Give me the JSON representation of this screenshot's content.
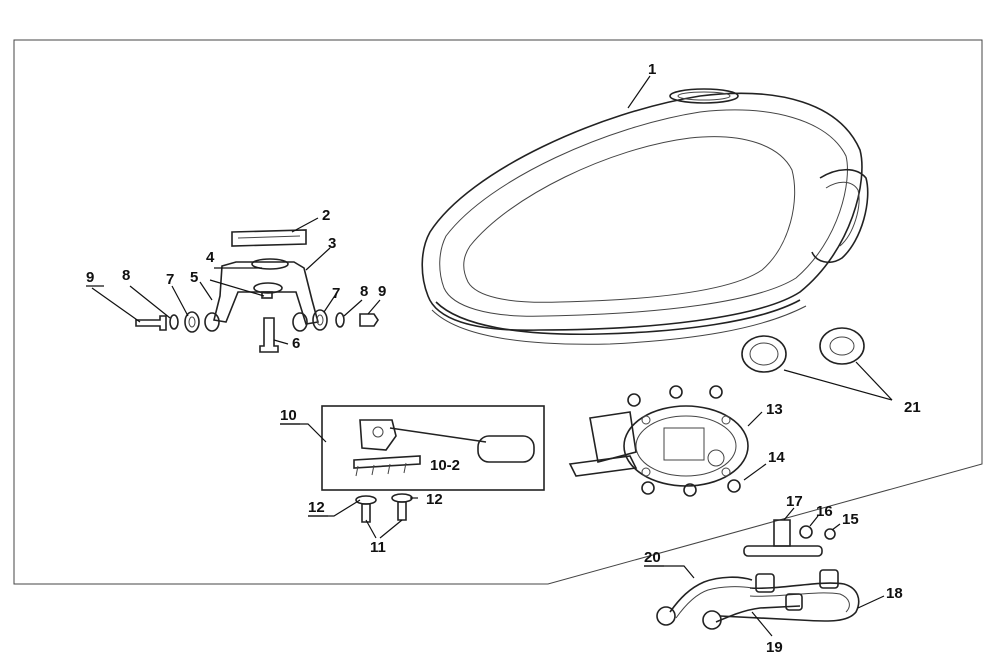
{
  "callouts": [
    {
      "id": "1",
      "text": "1"
    },
    {
      "id": "2",
      "text": "2"
    },
    {
      "id": "3",
      "text": "3"
    },
    {
      "id": "4",
      "text": "4"
    },
    {
      "id": "5",
      "text": "5"
    },
    {
      "id": "6",
      "text": "6"
    },
    {
      "id": "7a",
      "text": "7"
    },
    {
      "id": "7b",
      "text": "7"
    },
    {
      "id": "8a",
      "text": "8"
    },
    {
      "id": "8b",
      "text": "8"
    },
    {
      "id": "9a",
      "text": "9"
    },
    {
      "id": "9b",
      "text": "9"
    },
    {
      "id": "10",
      "text": "10"
    },
    {
      "id": "10-2",
      "text": "10-2"
    },
    {
      "id": "11",
      "text": "11"
    },
    {
      "id": "12a",
      "text": "12"
    },
    {
      "id": "12b",
      "text": "12"
    },
    {
      "id": "13",
      "text": "13"
    },
    {
      "id": "14",
      "text": "14"
    },
    {
      "id": "15",
      "text": "15"
    },
    {
      "id": "16",
      "text": "16"
    },
    {
      "id": "17",
      "text": "17"
    },
    {
      "id": "18",
      "text": "18"
    },
    {
      "id": "19",
      "text": "19"
    },
    {
      "id": "20",
      "text": "20"
    },
    {
      "id": "21",
      "text": "21"
    }
  ]
}
